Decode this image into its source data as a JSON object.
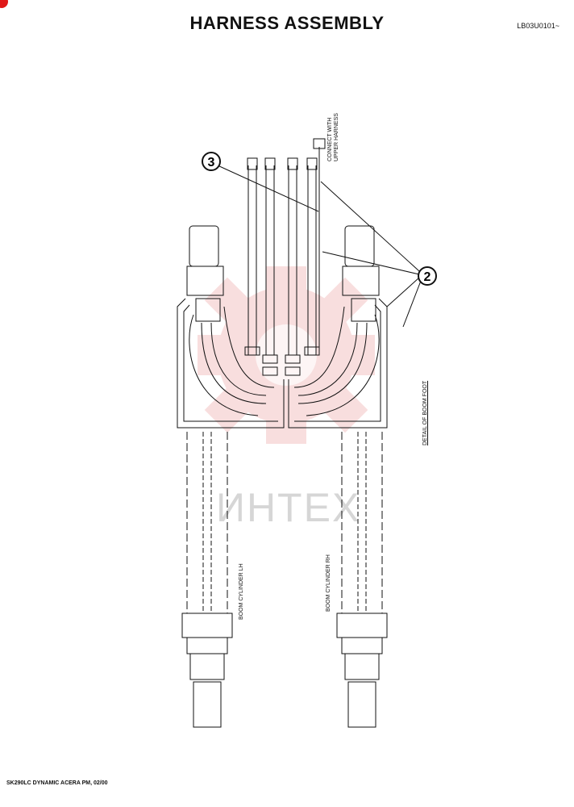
{
  "header": {
    "title": "HARNESS ASSEMBLY",
    "code": "LB03U0101~"
  },
  "labels": {
    "connect_line1": "CONNECT WITH",
    "connect_line2": "UPPER HARNESS",
    "detail": "DETAIL OF BOOM FOOT",
    "boom_lh": "BOOM CYLINDER LH",
    "boom_rh": "BOOM CYLINDER RH"
  },
  "callouts": {
    "item3": "3",
    "item2": "2"
  },
  "watermark": "ИНТЕХ",
  "footer": {
    "text": "SK290LC DYNAMIC ACERA PM, 02/00"
  }
}
